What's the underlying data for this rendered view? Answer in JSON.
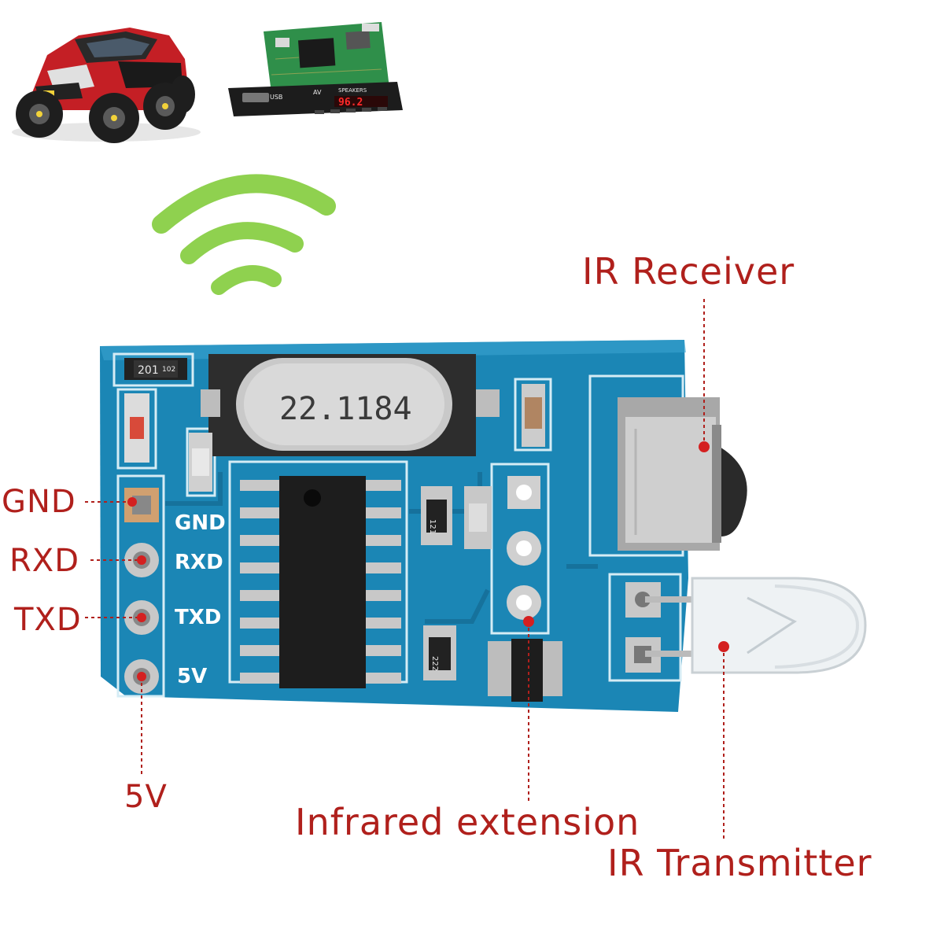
{
  "callouts": {
    "ir_receiver": "IR Receiver",
    "gnd": "GND",
    "rxd": "RXD",
    "txd": "TXD",
    "five_v": "5V",
    "infrared_extension": "Infrared extension",
    "ir_transmitter": "IR Transmitter"
  },
  "board": {
    "silkscreen": {
      "gnd": "GND",
      "rxd": "RXD",
      "txd": "TXD",
      "five_v": "5V"
    },
    "crystal_marking": "22.1184",
    "resistor_top": "102",
    "resistor_top_b": "201",
    "resistor_mid": "121",
    "resistor_bottom": "222"
  },
  "audio_module": {
    "display": "96.2",
    "usb_label": "USB",
    "av_label": "AV",
    "speakers_label": "SPEAKERS"
  },
  "colors": {
    "callout_text": "#b0201c",
    "callout_dot": "#d42020",
    "pcb_blue": "#1b86b5",
    "wireless_green": "#8fd14f"
  }
}
